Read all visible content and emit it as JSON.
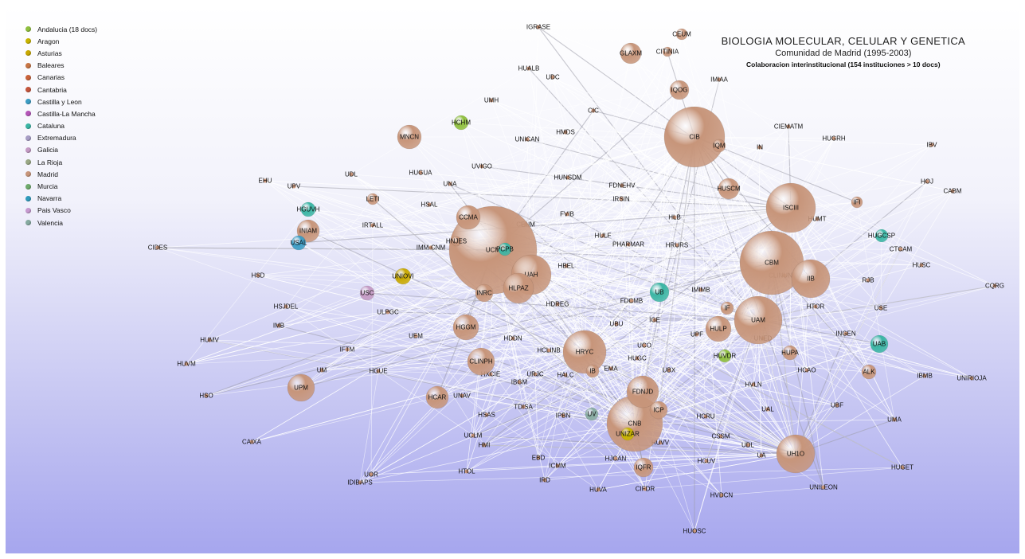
{
  "title": "BIOLOGIA MOLECULAR, CELULAR Y GENETICA",
  "subtitle": "Comunidad de Madrid (1995-2003)",
  "caption": "Colaboracion interinstitucional (154 instituciones > 10 docs)",
  "legend": [
    {
      "label": "Andalucia (18 docs)",
      "color": "#8fbf3e"
    },
    {
      "label": "Aragon",
      "color": "#c8b400"
    },
    {
      "label": "Asturias",
      "color": "#c8a800"
    },
    {
      "label": "Baleares",
      "color": "#c77545"
    },
    {
      "label": "Canarias",
      "color": "#c9623a"
    },
    {
      "label": "Cantabria",
      "color": "#c4553c"
    },
    {
      "label": "Castilla y Leon",
      "color": "#3b9cc4"
    },
    {
      "label": "Castilla-La Mancha",
      "color": "#b455b8"
    },
    {
      "label": "Cataluna",
      "color": "#3bb5a4"
    },
    {
      "label": "Extremadura",
      "color": "#a79dc5"
    },
    {
      "label": "Galicia",
      "color": "#c49ac4"
    },
    {
      "label": "La Rioja",
      "color": "#9aa885"
    },
    {
      "label": "Madrid",
      "color": "#c7957a"
    },
    {
      "label": "Murcia",
      "color": "#6faa6c"
    },
    {
      "label": "Navarra",
      "color": "#2f9abb"
    },
    {
      "label": "Pais Vasco",
      "color": "#c79ad0"
    },
    {
      "label": "Valencia",
      "color": "#86aaa0"
    }
  ],
  "nodes": [
    {
      "id": "CIB",
      "region": "Madrid",
      "size": 38
    },
    {
      "id": "CBM",
      "region": "Madrid",
      "size": 40
    },
    {
      "id": "UCM",
      "region": "Madrid",
      "size": 55
    },
    {
      "id": "ISCIII",
      "region": "Madrid",
      "size": 31
    },
    {
      "id": "CNB",
      "region": "Madrid",
      "size": 35
    },
    {
      "id": "UAM",
      "region": "Madrid",
      "size": 30
    },
    {
      "id": "HRYC",
      "region": "Madrid",
      "size": 27
    },
    {
      "id": "UAH",
      "region": "Madrid",
      "size": 25
    },
    {
      "id": "UH1O",
      "region": "Madrid",
      "size": 24
    },
    {
      "id": "IIB",
      "region": "Madrid",
      "size": 24
    },
    {
      "id": "FDNJD",
      "region": "Madrid",
      "size": 20
    },
    {
      "id": "HLPAZ",
      "region": "Madrid",
      "size": 19
    },
    {
      "id": "UPM",
      "region": "Madrid",
      "size": 17
    },
    {
      "id": "CLINPH",
      "region": "Madrid",
      "size": 17
    },
    {
      "id": "HGGM",
      "region": "Madrid",
      "size": 16
    },
    {
      "id": "HULP",
      "region": "Madrid",
      "size": 16
    },
    {
      "id": "MNCN",
      "region": "Madrid",
      "size": 15
    },
    {
      "id": "CCMA",
      "region": "Madrid",
      "size": 15
    },
    {
      "id": "HCAR",
      "region": "Madrid",
      "size": 14
    },
    {
      "id": "INIAM",
      "region": "Madrid",
      "size": 14
    },
    {
      "id": "GLAXM",
      "region": "Madrid",
      "size": 13
    },
    {
      "id": "HUSCM",
      "region": "Madrid",
      "size": 13
    },
    {
      "id": "IQFR",
      "region": "Madrid",
      "size": 12
    },
    {
      "id": "IQOG",
      "region": "Madrid",
      "size": 12
    },
    {
      "id": "ICP",
      "region": "Madrid",
      "size": 11
    },
    {
      "id": "INRC",
      "region": "Madrid",
      "size": 11
    },
    {
      "id": "ALK",
      "region": "Madrid",
      "size": 9
    },
    {
      "id": "UB",
      "region": "Cataluna",
      "size": 12
    },
    {
      "id": "UAB",
      "region": "Cataluna",
      "size": 11
    },
    {
      "id": "HGUVH",
      "region": "Cataluna",
      "size": 9
    },
    {
      "id": "HUGCSP",
      "region": "Cataluna",
      "size": 8
    },
    {
      "id": "UNIOVI",
      "region": "Asturias",
      "size": 10
    },
    {
      "id": "USAL",
      "region": "Castilla y Leon",
      "size": 9
    },
    {
      "id": "UNIZAR",
      "region": "Aragon",
      "size": 8
    },
    {
      "id": "HCHM",
      "region": "Andalucia (18 docs)",
      "size": 9
    },
    {
      "id": "USC",
      "region": "Galicia",
      "size": 9
    },
    {
      "id": "UV",
      "region": "Valencia",
      "size": 8
    },
    {
      "id": "HUVDR",
      "region": "Andalucia (18 docs)",
      "size": 8
    },
    {
      "id": "HUPA",
      "region": "Madrid",
      "size": 9
    },
    {
      "id": "IB",
      "region": "Madrid",
      "size": 8
    },
    {
      "id": "IF",
      "region": "Madrid",
      "size": 8
    },
    {
      "id": "IQM",
      "region": "Madrid",
      "size": 8
    },
    {
      "id": "IFI",
      "region": "Madrid",
      "size": 7
    },
    {
      "id": "LETI",
      "region": "Madrid",
      "size": 7
    },
    {
      "id": "CEUM",
      "region": "Madrid",
      "size": 7
    },
    {
      "id": "CITINIA",
      "region": "Madrid",
      "size": 6
    },
    {
      "id": "HNJES",
      "region": "Madrid",
      "size": 6
    },
    {
      "id": "PCPB",
      "region": "Cataluna",
      "size": 8
    }
  ]
}
